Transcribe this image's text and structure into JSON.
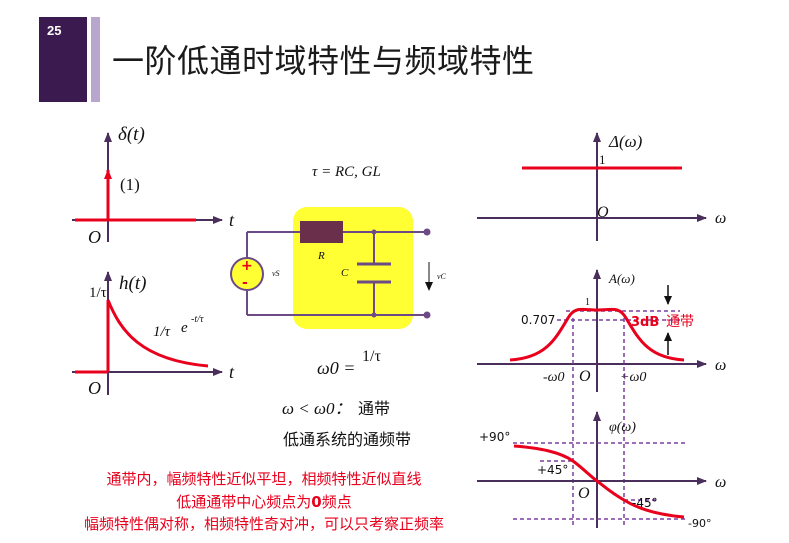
{
  "slide": {
    "number": "25",
    "title": "一阶低通时域特性与频域特性"
  },
  "time_domain": {
    "delta": {
      "y_label": "δ(t)",
      "impulse_label": "(1)",
      "x_label": "t",
      "origin": "O"
    },
    "h": {
      "y_label": "h(t)",
      "level_label": "1/τ",
      "curve_label_coef": "1/τ",
      "curve_label_exp": "e",
      "exp_label": "-t/τ",
      "x_label": "t",
      "origin": "O"
    }
  },
  "circuit": {
    "tau_label": "τ = RC, GL",
    "resistor_label": "R",
    "capacitor_label": "C",
    "source_label": "vS",
    "output_label": "vC",
    "omega0_label": "ω0 =",
    "omega0_value": "1/τ",
    "passband_cond": "ω < ω0：",
    "passband_word": "通带",
    "system_desc": "低通系统的通频带"
  },
  "freq_domain": {
    "delta_spectrum": {
      "y_label": "Δ(ω)",
      "level_label": "1",
      "origin": "O",
      "x_label": "ω"
    },
    "amplitude": {
      "y_label": "A(ω)",
      "peak_label": "1",
      "level_label": "0.707",
      "band_label": "3dB",
      "band_word": "通带",
      "left_label": "-ω0",
      "origin": "O",
      "right_label": "+ω0",
      "x_label": "ω"
    },
    "phase": {
      "y_label": "φ(ω)",
      "top_label": "+90°",
      "upper_label": "+45°",
      "origin": "O",
      "lower_label": "-45°",
      "bottom_label": "-90°",
      "x_label": "ω"
    }
  },
  "notes": {
    "line1": "通带内，幅频特性近似平坦，相频特性近似直线",
    "line2_pre": "低通通带中心频点为",
    "line2_num": "0",
    "line2_post": "频点",
    "line3": "幅频特性偶对称，相频特性奇对冲，可以只考察正频率"
  },
  "colors": {
    "axis": "#4a2f5c",
    "signal": "#e8001c",
    "highlight": "#ffff33",
    "dashed": "#7b3fa0",
    "text_red": "#e8001c",
    "component": "#6a2f4a"
  }
}
